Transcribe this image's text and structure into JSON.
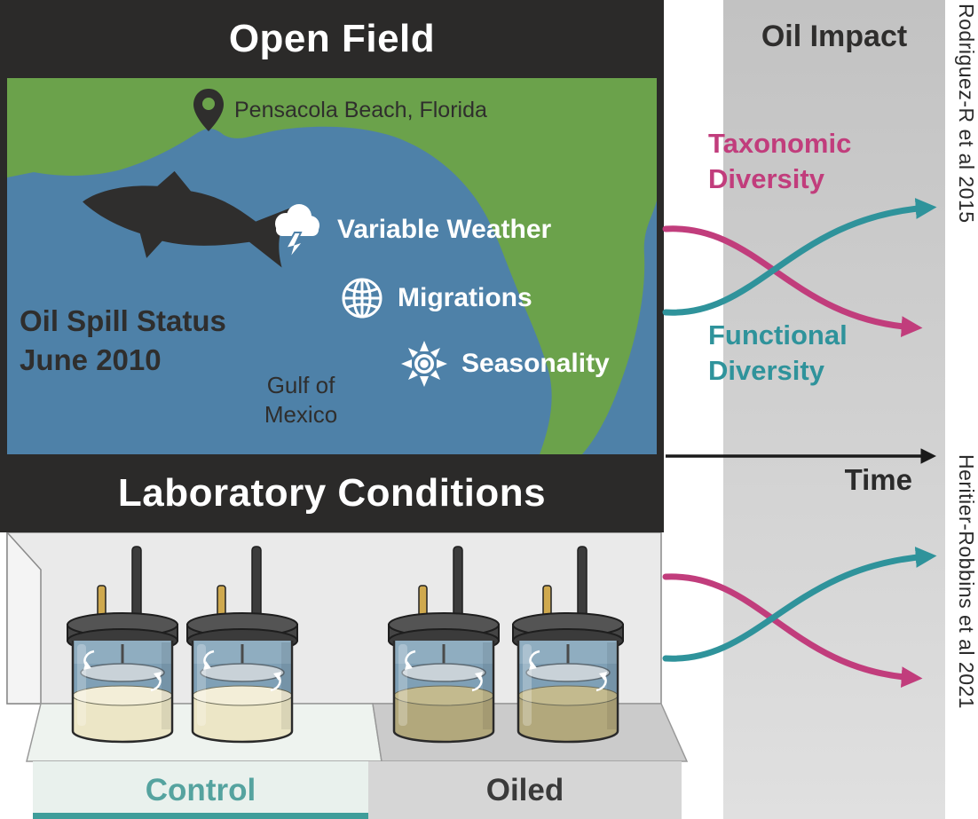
{
  "open_field": {
    "title": "Open Field",
    "location_label": "Pensacola Beach, Florida",
    "status": "Oil Spill Status\nJune 2010",
    "gulf_label": "Gulf of\nMexico",
    "features": [
      {
        "icon": "storm-cloud-icon",
        "label": "Variable Weather"
      },
      {
        "icon": "globe-icon",
        "label": "Migrations"
      },
      {
        "icon": "sun-icon",
        "label": "Seasonality"
      }
    ]
  },
  "laboratory": {
    "title": "Laboratory Conditions",
    "groups": [
      {
        "label": "Control",
        "reactor_count": 2,
        "sediment_color": "#ece6c6"
      },
      {
        "label": "Oiled",
        "reactor_count": 2,
        "sediment_color": "#b2a87c"
      }
    ]
  },
  "oil_impact": {
    "title": "Oil Impact",
    "x_axis_label": "Time",
    "series_labels": {
      "taxonomic": "Taxonomic\nDiversity",
      "functional": "Functional\nDiversity"
    },
    "plots": [
      {
        "citation": "Rodriguez-R et al 2015",
        "taxonomic_trend": "decreasing over time",
        "functional_trend": "increasing over time"
      },
      {
        "citation": "Heritier-Robbins et al 2021",
        "taxonomic_trend": "decreasing over time",
        "functional_trend": "increasing over time"
      }
    ]
  },
  "colors": {
    "header_bg": "#2b2a29",
    "ocean": "#4e81a8",
    "land": "#6ba24b",
    "magenta": "#c13d7c",
    "teal": "#2f939b",
    "control_text": "#55a39f",
    "impact_panel_top": "#c2c2c2",
    "impact_panel_bottom": "#e0e0e0"
  }
}
